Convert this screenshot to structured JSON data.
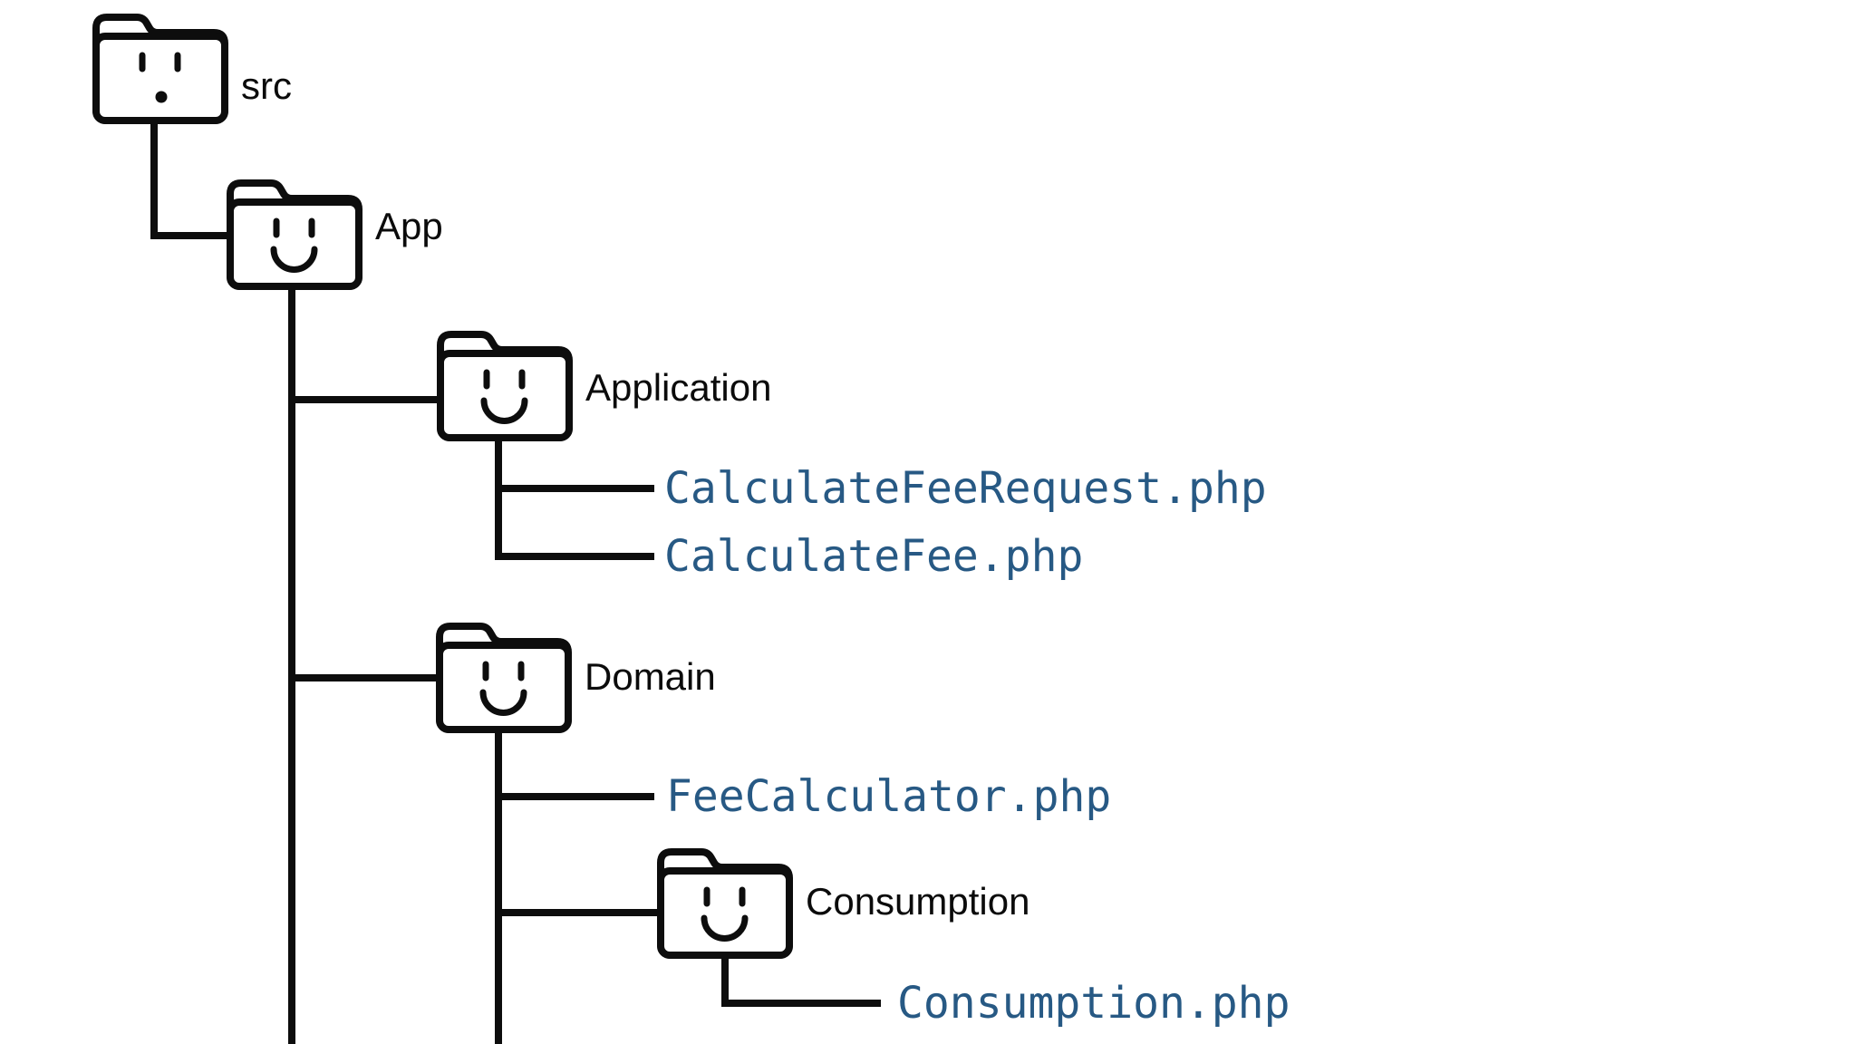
{
  "diagram_type": "directory-tree",
  "colors": {
    "background": "#ffffff",
    "line_and_folder_outline": "#0d0d0d",
    "folder_label_text": "#0b0b0b",
    "file_name_text": "#275984"
  },
  "icons": {
    "folder_happy": "folder-smiley-face-icon",
    "folder_surprised": "folder-surprised-face-icon"
  },
  "tree": {
    "root": {
      "name": "src",
      "type": "folder",
      "face": "surprised",
      "children": [
        {
          "name": "App",
          "type": "folder",
          "face": "smiley",
          "children": [
            {
              "name": "Application",
              "type": "folder",
              "face": "smiley",
              "children": [
                {
                  "name": "CalculateFeeRequest.php",
                  "type": "file"
                },
                {
                  "name": "CalculateFee.php",
                  "type": "file"
                }
              ]
            },
            {
              "name": "Domain",
              "type": "folder",
              "face": "smiley",
              "children": [
                {
                  "name": "FeeCalculator.php",
                  "type": "file"
                },
                {
                  "name": "Consumption",
                  "type": "folder",
                  "face": "smiley",
                  "children": [
                    {
                      "name": "Consumption.php",
                      "type": "file"
                    }
                  ]
                }
              ]
            }
          ]
        }
      ]
    }
  }
}
